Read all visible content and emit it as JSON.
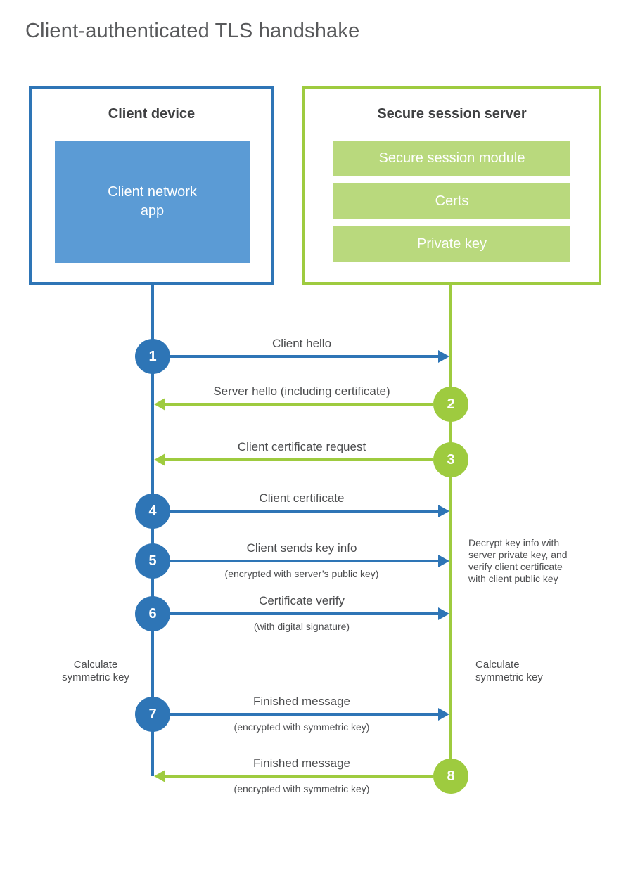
{
  "title": "Client-authenticated TLS handshake",
  "client": {
    "title": "Client device",
    "app_line1": "Client network",
    "app_line2": "app"
  },
  "server": {
    "title": "Secure session server",
    "modules": [
      "Secure session module",
      "Certs",
      "Private key"
    ]
  },
  "steps": [
    {
      "num": "1",
      "label": "Client hello",
      "sub": "",
      "direction": "right",
      "actor": "client"
    },
    {
      "num": "2",
      "label": "Server hello (including certificate)",
      "sub": "",
      "direction": "left",
      "actor": "server"
    },
    {
      "num": "3",
      "label": "Client certificate request",
      "sub": "",
      "direction": "left",
      "actor": "server"
    },
    {
      "num": "4",
      "label": "Client certificate",
      "sub": "",
      "direction": "right",
      "actor": "client"
    },
    {
      "num": "5",
      "label": "Client sends key info",
      "sub": "(encrypted with server’s public key)",
      "direction": "right",
      "actor": "client"
    },
    {
      "num": "6",
      "label": "Certificate verify",
      "sub": "(with digital signature)",
      "direction": "right",
      "actor": "client"
    },
    {
      "num": "7",
      "label": "Finished message",
      "sub": "(encrypted with symmetric key)",
      "direction": "right",
      "actor": "client"
    },
    {
      "num": "8",
      "label": "Finished message",
      "sub": "(encrypted with symmetric key)",
      "direction": "left",
      "actor": "server"
    }
  ],
  "notes": {
    "decrypt": "Decrypt key info with server private key, and verify client certificate with client public key",
    "calc_left": "Calculate symmetric key",
    "calc_right": "Calculate symmetric key"
  },
  "colors": {
    "blue": "#2e75b6",
    "blue_fill": "#5b9bd5",
    "green": "#9ecb3f",
    "green_fill": "#b9d97d",
    "text": "#4c4d4f"
  }
}
